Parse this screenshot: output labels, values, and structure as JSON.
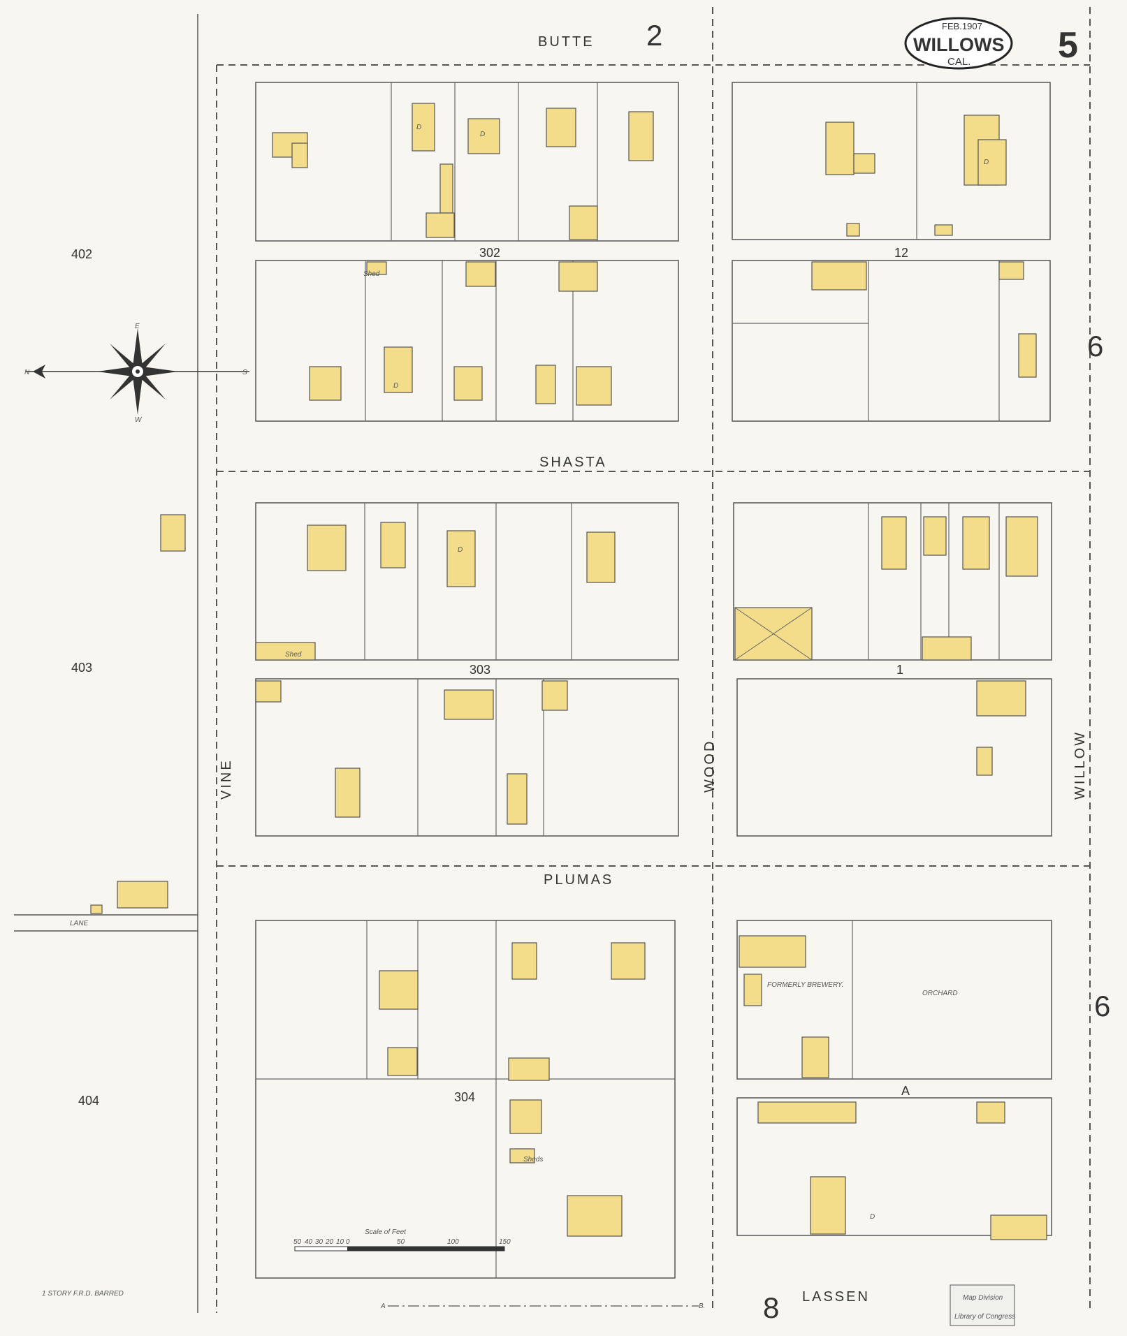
{
  "header": {
    "date": "FEB.1907",
    "city": "WILLOWS",
    "state": "CAL.",
    "sheet_number": "5",
    "adjoining_sheet_top": "2",
    "adjoining_sheet_right_upper": "6",
    "adjoining_sheet_right_lower": "6",
    "adjoining_sheet_bottom": "8"
  },
  "streets": {
    "butte": "BUTTE",
    "shasta": "SHASTA",
    "plumas": "PLUMAS",
    "lassen": "LASSEN",
    "vine": "VINE",
    "wood": "WOOD",
    "willow": "WILLOW",
    "lane": "LANE",
    "a": "A"
  },
  "blocks": {
    "b302": "302",
    "b303": "303",
    "b304": "304",
    "b12": "12",
    "b1": "1",
    "b402": "402",
    "b403": "403",
    "b404": "404"
  },
  "notes": {
    "orchard": "ORCHARD",
    "brewery": "FORMERLY BREWERY.",
    "scale_title": "Scale of Feet",
    "scale_ticks": [
      "50",
      "40",
      "30",
      "20",
      "10",
      "0",
      "50",
      "100",
      "150"
    ],
    "key_note": "1 STORY F.R.D. BARRED",
    "library_stamp_1": "Map Division",
    "library_stamp_2": "Library of Congress"
  },
  "markers": {
    "dwelling": "D",
    "shed": "Shed",
    "sheds": "Sheds",
    "a_marker": "A",
    "b_marker": "B."
  },
  "compass": {
    "n": "N",
    "s": "S",
    "e": "E",
    "w": "W"
  },
  "colors": {
    "brick": "#f3dc8a",
    "paper": "#f7f6f1",
    "ink": "#333333"
  }
}
